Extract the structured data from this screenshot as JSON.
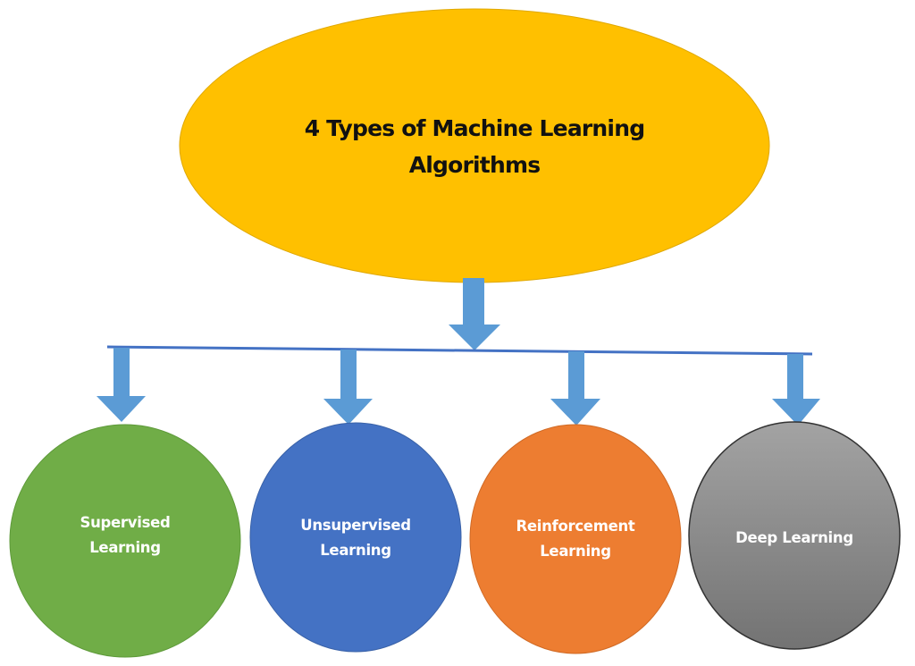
{
  "diagram": {
    "title_lines": [
      "4 Types of Machine Learning",
      "Algorithms"
    ],
    "root": {
      "shape": "ellipse",
      "color": "#FFC000",
      "text_color": "#111111"
    },
    "connector_color": "#5B9BD5",
    "connector_line_color": "#4472C4",
    "children": [
      {
        "label_lines": [
          "Supervised",
          "Learning"
        ],
        "color": "#70AD47"
      },
      {
        "label_lines": [
          "Unsupervised",
          "Learning"
        ],
        "color": "#4472C4"
      },
      {
        "label_lines": [
          "Reinforcement",
          "Learning"
        ],
        "color": "#ED7D31"
      },
      {
        "label_lines": [
          "Deep Learning"
        ],
        "color": "#888888",
        "gradient": [
          "#A0A0A0",
          "#777777"
        ],
        "outline": "#333333"
      }
    ]
  }
}
